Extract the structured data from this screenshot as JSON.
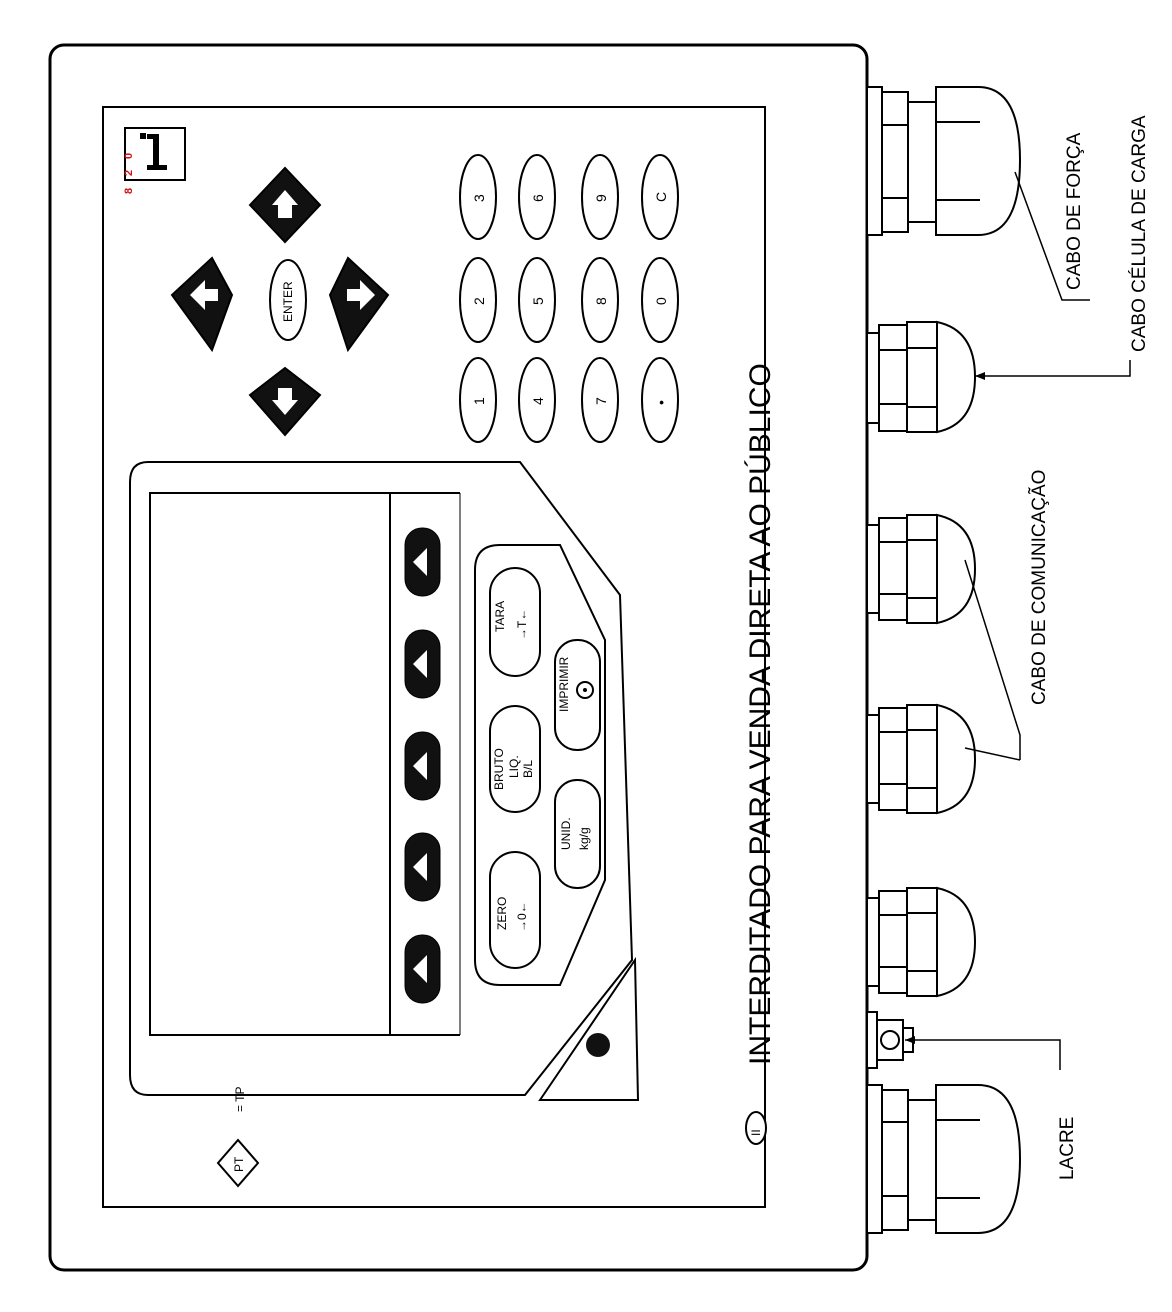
{
  "header": {
    "label_0": "8",
    "label_1": "2",
    "label_2": "0"
  },
  "keypad": {
    "keys": [
      "1",
      "2",
      "3",
      "4",
      "5",
      "6",
      "7",
      "8",
      "9",
      "•",
      "0",
      "C"
    ],
    "enter_label": "ENTER"
  },
  "function_keys": {
    "zero": "ZERO",
    "zero_symbol": "→0←",
    "tara": "TARA",
    "tara_symbol": "→T←",
    "bruto": "BRUTO",
    "liq": "LIQ.",
    "bl": "B/L",
    "unid": "UNID.",
    "unit": "kg/g",
    "imprimir": "IMPRIMIR"
  },
  "panel": {
    "warning_text": "INTERDITADO PARA VENDA DIRETA AO PÚBLICO",
    "class_mark": "II",
    "pt_mark": "PT",
    "tp_mark": "= TP"
  },
  "cables": {
    "forca": "CABO DE FORÇA",
    "celula": "CABO CÉLULA DE CARGA",
    "comunicacao": "CABO DE COMUNICAÇÃO",
    "lacre": "LACRE"
  }
}
